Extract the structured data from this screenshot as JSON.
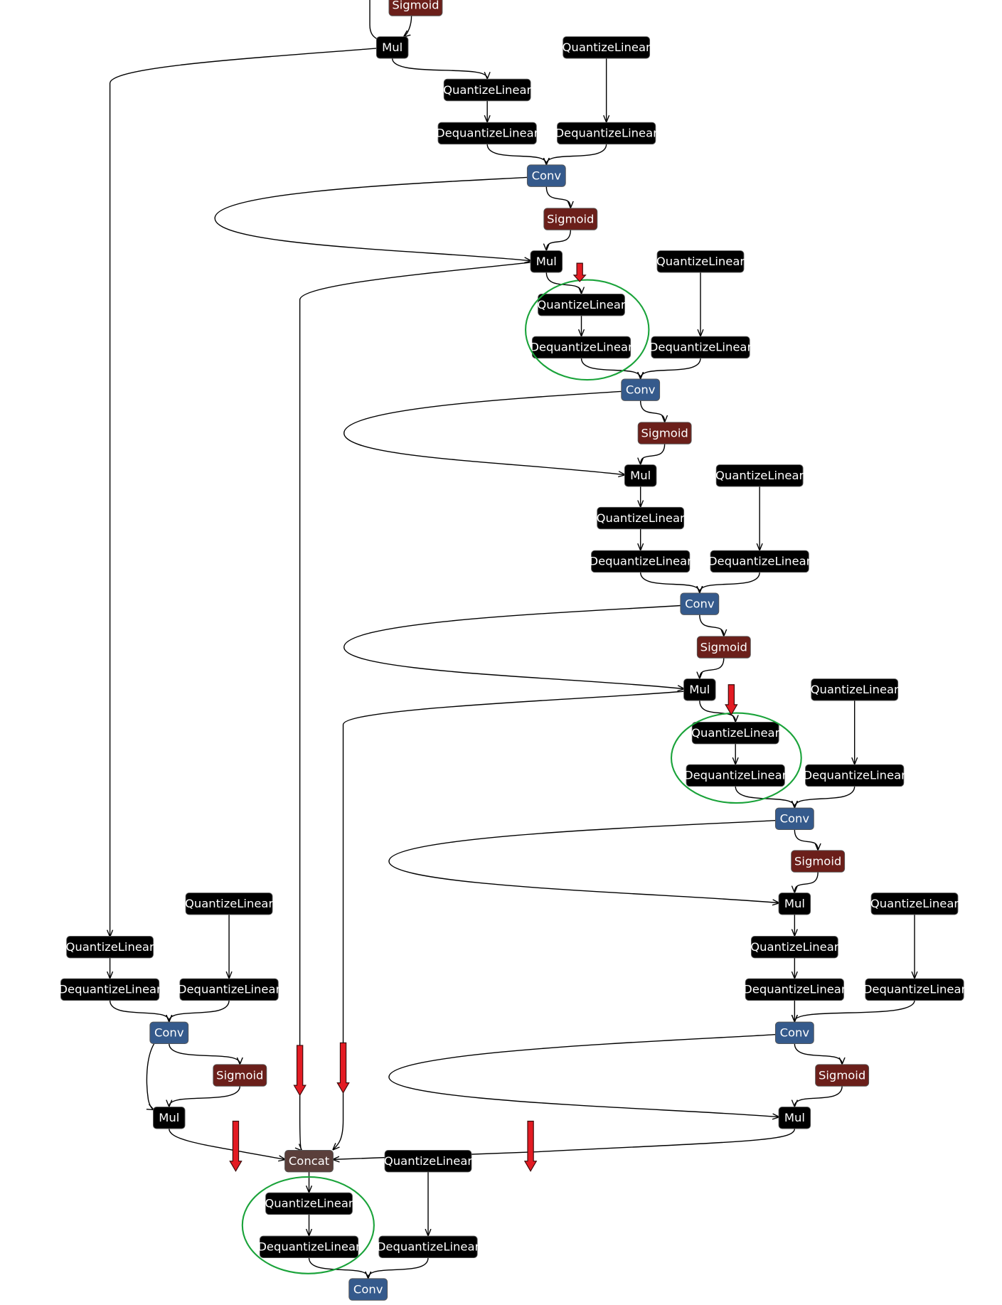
{
  "colors": {
    "quant": "#000000",
    "conv": "#355a8c",
    "sigmoid": "#6b1f1a",
    "mul": "#000000",
    "concat": "#5a3f3b",
    "edge": "#000000",
    "highlight_ellipse": "#1aa33a",
    "arrow_marker": "#e31b23"
  },
  "nodes": [
    {
      "id": "sig0",
      "label": "Sigmoid",
      "kind": "sigmoid"
    },
    {
      "id": "mul0",
      "label": "Mul",
      "kind": "mul"
    },
    {
      "id": "qlw1",
      "label": "QuantizeLinear",
      "kind": "quant"
    },
    {
      "id": "ql1",
      "label": "QuantizeLinear",
      "kind": "quant"
    },
    {
      "id": "dq1",
      "label": "DequantizeLinear",
      "kind": "quant"
    },
    {
      "id": "dqw1",
      "label": "DequantizeLinear",
      "kind": "quant"
    },
    {
      "id": "conv1",
      "label": "Conv",
      "kind": "conv"
    },
    {
      "id": "sig1",
      "label": "Sigmoid",
      "kind": "sigmoid"
    },
    {
      "id": "mul1",
      "label": "Mul",
      "kind": "mul"
    },
    {
      "id": "qlw2",
      "label": "QuantizeLinear",
      "kind": "quant"
    },
    {
      "id": "ql2",
      "label": "QuantizeLinear",
      "kind": "quant"
    },
    {
      "id": "dq2",
      "label": "DequantizeLinear",
      "kind": "quant"
    },
    {
      "id": "dqw2",
      "label": "DequantizeLinear",
      "kind": "quant"
    },
    {
      "id": "conv2",
      "label": "Conv",
      "kind": "conv"
    },
    {
      "id": "sig2",
      "label": "Sigmoid",
      "kind": "sigmoid"
    },
    {
      "id": "mul2",
      "label": "Mul",
      "kind": "mul"
    },
    {
      "id": "qlw3",
      "label": "QuantizeLinear",
      "kind": "quant"
    },
    {
      "id": "ql3",
      "label": "QuantizeLinear",
      "kind": "quant"
    },
    {
      "id": "dq3",
      "label": "DequantizeLinear",
      "kind": "quant"
    },
    {
      "id": "dqw3",
      "label": "DequantizeLinear",
      "kind": "quant"
    },
    {
      "id": "conv3",
      "label": "Conv",
      "kind": "conv"
    },
    {
      "id": "sig3",
      "label": "Sigmoid",
      "kind": "sigmoid"
    },
    {
      "id": "mul3",
      "label": "Mul",
      "kind": "mul"
    },
    {
      "id": "qlw4",
      "label": "QuantizeLinear",
      "kind": "quant"
    },
    {
      "id": "ql4",
      "label": "QuantizeLinear",
      "kind": "quant"
    },
    {
      "id": "dq4",
      "label": "DequantizeLinear",
      "kind": "quant"
    },
    {
      "id": "dqw4",
      "label": "DequantizeLinear",
      "kind": "quant"
    },
    {
      "id": "conv4",
      "label": "Conv",
      "kind": "conv"
    },
    {
      "id": "sig4",
      "label": "Sigmoid",
      "kind": "sigmoid"
    },
    {
      "id": "mul4",
      "label": "Mul",
      "kind": "mul"
    },
    {
      "id": "qlw5",
      "label": "QuantizeLinear",
      "kind": "quant"
    },
    {
      "id": "ql5",
      "label": "QuantizeLinear",
      "kind": "quant"
    },
    {
      "id": "dq5",
      "label": "DequantizeLinear",
      "kind": "quant"
    },
    {
      "id": "dqw5",
      "label": "DequantizeLinear",
      "kind": "quant"
    },
    {
      "id": "conv5",
      "label": "Conv",
      "kind": "conv"
    },
    {
      "id": "sig5",
      "label": "Sigmoid",
      "kind": "sigmoid"
    },
    {
      "id": "mul5",
      "label": "Mul",
      "kind": "mul"
    },
    {
      "id": "qlwL",
      "label": "QuantizeLinear",
      "kind": "quant"
    },
    {
      "id": "qlL",
      "label": "QuantizeLinear",
      "kind": "quant"
    },
    {
      "id": "dqL",
      "label": "DequantizeLinear",
      "kind": "quant"
    },
    {
      "id": "dqwL",
      "label": "DequantizeLinear",
      "kind": "quant"
    },
    {
      "id": "convL",
      "label": "Conv",
      "kind": "conv"
    },
    {
      "id": "sigL",
      "label": "Sigmoid",
      "kind": "sigmoid"
    },
    {
      "id": "mulL",
      "label": "Mul",
      "kind": "mul"
    },
    {
      "id": "concat",
      "label": "Concat",
      "kind": "concat"
    },
    {
      "id": "qlwF",
      "label": "QuantizeLinear",
      "kind": "quant"
    },
    {
      "id": "qlF",
      "label": "QuantizeLinear",
      "kind": "quant"
    },
    {
      "id": "dqF",
      "label": "DequantizeLinear",
      "kind": "quant"
    },
    {
      "id": "dqwF",
      "label": "DequantizeLinear",
      "kind": "quant"
    },
    {
      "id": "convF",
      "label": "Conv",
      "kind": "conv"
    }
  ],
  "edges": [
    [
      "sig0",
      "mul0"
    ],
    [
      "mul0",
      "ql1"
    ],
    [
      "mul0",
      "qlL"
    ],
    [
      "ql1",
      "dq1"
    ],
    [
      "qlw1",
      "dqw1"
    ],
    [
      "dq1",
      "conv1"
    ],
    [
      "dqw1",
      "conv1"
    ],
    [
      "conv1",
      "sig1"
    ],
    [
      "conv1",
      "mul1"
    ],
    [
      "sig1",
      "mul1"
    ],
    [
      "mul1",
      "ql2"
    ],
    [
      "mul1",
      "concat"
    ],
    [
      "ql2",
      "dq2"
    ],
    [
      "qlw2",
      "dqw2"
    ],
    [
      "dq2",
      "conv2"
    ],
    [
      "dqw2",
      "conv2"
    ],
    [
      "conv2",
      "sig2"
    ],
    [
      "conv2",
      "mul2"
    ],
    [
      "sig2",
      "mul2"
    ],
    [
      "mul2",
      "ql3"
    ],
    [
      "ql3",
      "dq3"
    ],
    [
      "qlw3",
      "dqw3"
    ],
    [
      "dq3",
      "conv3"
    ],
    [
      "dqw3",
      "conv3"
    ],
    [
      "conv3",
      "sig3"
    ],
    [
      "conv3",
      "mul3"
    ],
    [
      "sig3",
      "mul3"
    ],
    [
      "mul3",
      "ql4"
    ],
    [
      "mul3",
      "concat"
    ],
    [
      "ql4",
      "dq4"
    ],
    [
      "qlw4",
      "dqw4"
    ],
    [
      "dq4",
      "conv4"
    ],
    [
      "dqw4",
      "conv4"
    ],
    [
      "conv4",
      "sig4"
    ],
    [
      "conv4",
      "mul4"
    ],
    [
      "sig4",
      "mul4"
    ],
    [
      "mul4",
      "ql5"
    ],
    [
      "ql5",
      "dq5"
    ],
    [
      "qlw5",
      "dqw5"
    ],
    [
      "dq5",
      "conv5"
    ],
    [
      "dqw5",
      "conv5"
    ],
    [
      "conv5",
      "sig5"
    ],
    [
      "conv5",
      "mul5"
    ],
    [
      "sig5",
      "mul5"
    ],
    [
      "mul5",
      "concat"
    ],
    [
      "qlL",
      "dqL"
    ],
    [
      "qlwL",
      "dqwL"
    ],
    [
      "dqL",
      "convL"
    ],
    [
      "dqwL",
      "convL"
    ],
    [
      "convL",
      "sigL"
    ],
    [
      "convL",
      "mulL"
    ],
    [
      "sigL",
      "mulL"
    ],
    [
      "mulL",
      "concat"
    ],
    [
      "concat",
      "qlF"
    ],
    [
      "qlF",
      "dqF"
    ],
    [
      "qlwF",
      "dqwF"
    ],
    [
      "dqF",
      "convF"
    ],
    [
      "dqwF",
      "convF"
    ]
  ],
  "highlights": [
    {
      "name": "highlight-ellipse-1",
      "nodes": [
        "ql2",
        "dq2"
      ]
    },
    {
      "name": "highlight-ellipse-2",
      "nodes": [
        "ql4",
        "dq4"
      ]
    },
    {
      "name": "highlight-ellipse-3",
      "nodes": [
        "qlF",
        "dqF"
      ]
    }
  ]
}
